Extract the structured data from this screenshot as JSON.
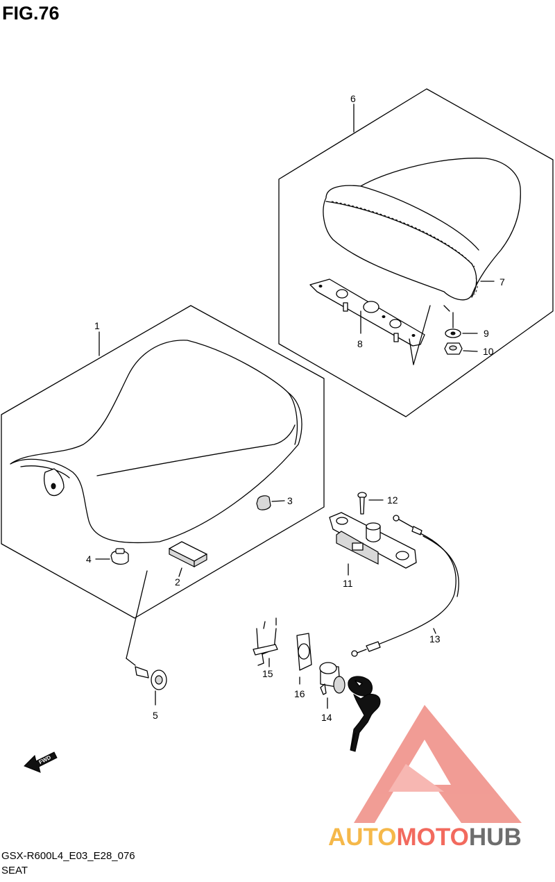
{
  "figure": {
    "title": "FIG.76",
    "model_code": "GSX-R600L4_E03_E28_076",
    "section_name": "SEAT"
  },
  "callouts": {
    "c1": "1",
    "c2": "2",
    "c3": "3",
    "c4": "4",
    "c5": "5",
    "c6": "6",
    "c7": "7",
    "c8": "8",
    "c9": "9",
    "c10": "10",
    "c11": "11",
    "c12": "12",
    "c13": "13",
    "c14": "14",
    "c15": "15",
    "c16": "16"
  },
  "fwd_arrow": {
    "label": "FWD"
  },
  "watermark": {
    "part1": "AUTO",
    "part2": "MOTO",
    "part3": "HUB",
    "colors": {
      "auto": "#f5b84a",
      "moto": "#f26a5e",
      "hub": "#6d6d6d",
      "logo": "#f0928a"
    }
  }
}
